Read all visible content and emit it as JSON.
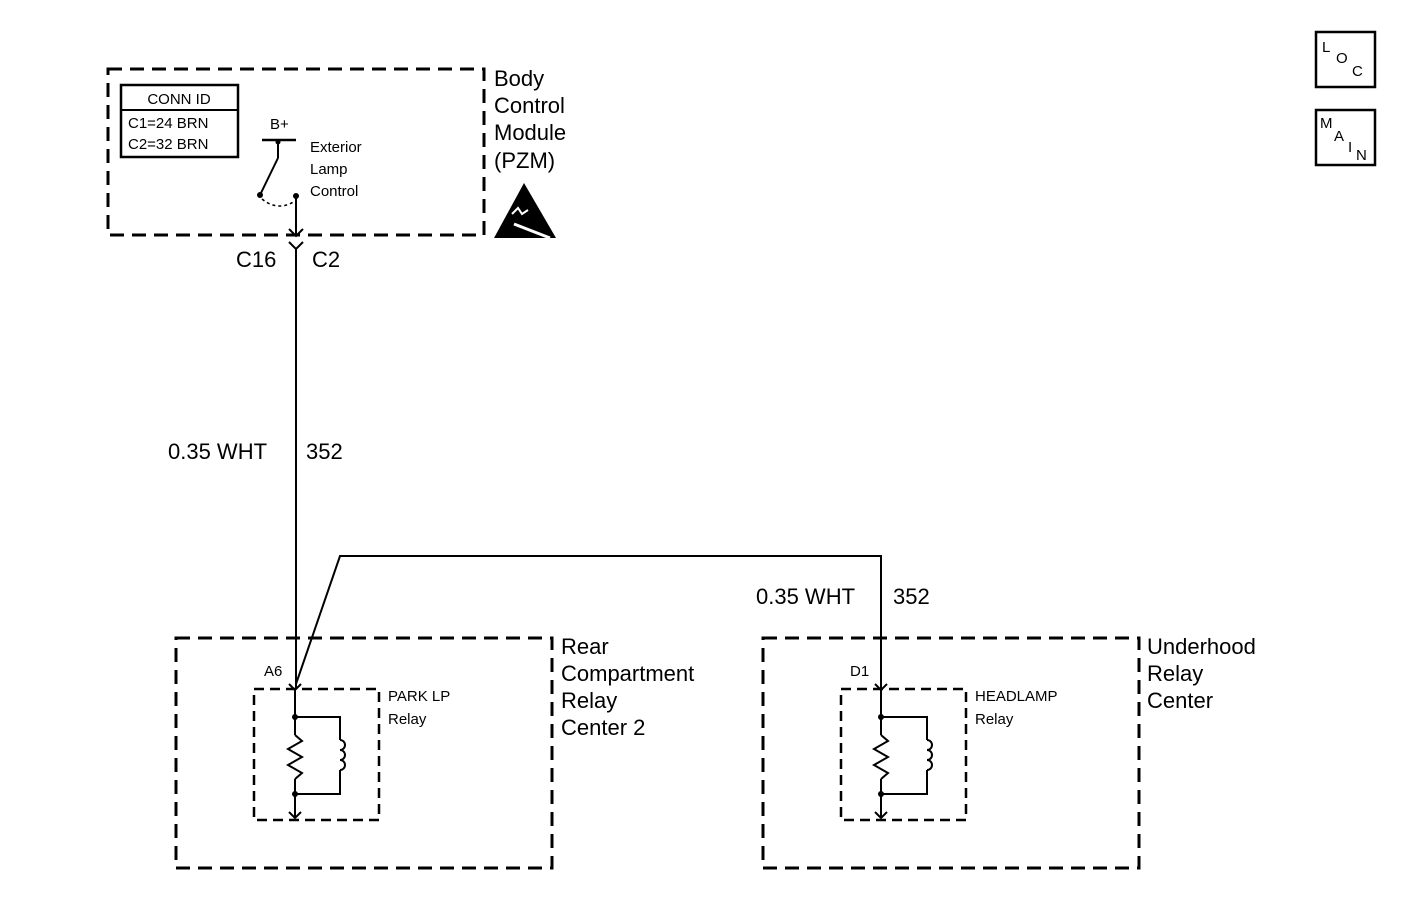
{
  "nav": {
    "loc": {
      "l1": "L",
      "l2": "O",
      "l3": "C"
    },
    "main": {
      "l1": "M",
      "l2": "A",
      "l3": "I",
      "l4": "N"
    }
  },
  "bcm": {
    "name": [
      "Body",
      "Control",
      "Module",
      "(PZM)"
    ],
    "conn_id": {
      "title": "CONN ID",
      "rows": [
        "C1=24 BRN",
        "C2=32 BRN"
      ]
    },
    "supply": "B+",
    "switch_label": [
      "Exterior",
      "Lamp",
      "Control"
    ],
    "pin": "C16",
    "connector": "C2"
  },
  "wire_main": {
    "gauge_color": "0.35 WHT",
    "circuit": "352"
  },
  "wire_branch": {
    "gauge_color": "0.35 WHT",
    "circuit": "352"
  },
  "rear_center": {
    "name": [
      "Rear",
      "Compartment",
      "Relay",
      "Center 2"
    ],
    "pin": "A6",
    "relay_label": [
      "PARK LP",
      "Relay"
    ]
  },
  "underhood_center": {
    "name": [
      "Underhood",
      "Relay",
      "Center"
    ],
    "pin": "D1",
    "relay_label": [
      "HEADLAMP",
      "Relay"
    ]
  },
  "colors": {
    "ink": "#000000",
    "background": "#ffffff"
  }
}
